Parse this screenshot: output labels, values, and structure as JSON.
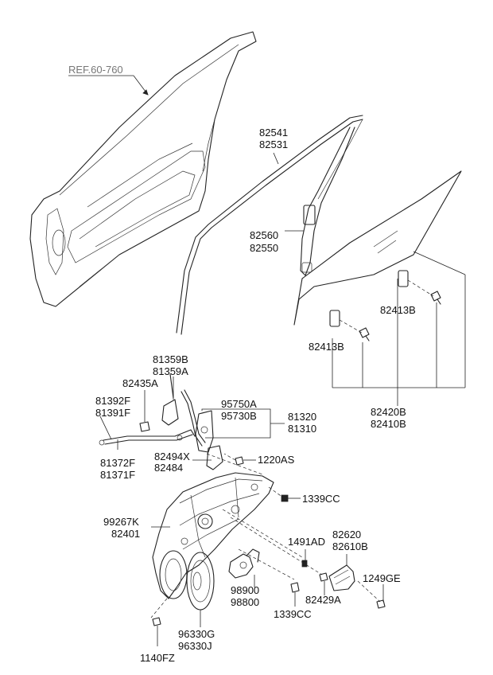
{
  "labels": {
    "ref_door": "REF.60-760",
    "p82541": "82541",
    "p82531": "82531",
    "p82560": "82560",
    "p82550": "82550",
    "p82413B_a": "82413B",
    "p82413B_b": "82413B",
    "p82420B": "82420B",
    "p82410B": "82410B",
    "p81359B": "81359B",
    "p81359A": "81359A",
    "p82435A": "82435A",
    "p81392F": "81392F",
    "p81391F": "81391F",
    "p95750A": "95750A",
    "p95730B": "95730B",
    "p81320": "81320",
    "p81310": "81310",
    "p81372F": "81372F",
    "p81371F": "81371F",
    "p82494X": "82494X",
    "p82484": "82484",
    "p1220AS": "1220AS",
    "p1339CC_a": "1339CC",
    "p99267K": "99267K",
    "p82401": "82401",
    "p1491AD": "1491AD",
    "p82620": "82620",
    "p82610B": "82610B",
    "p1249GE": "1249GE",
    "p98900": "98900",
    "p98800": "98800",
    "p82429A": "82429A",
    "p1339CC_b": "1339CC",
    "p96330G": "96330G",
    "p96330J": "96330J",
    "p1140FZ": "1140FZ"
  }
}
